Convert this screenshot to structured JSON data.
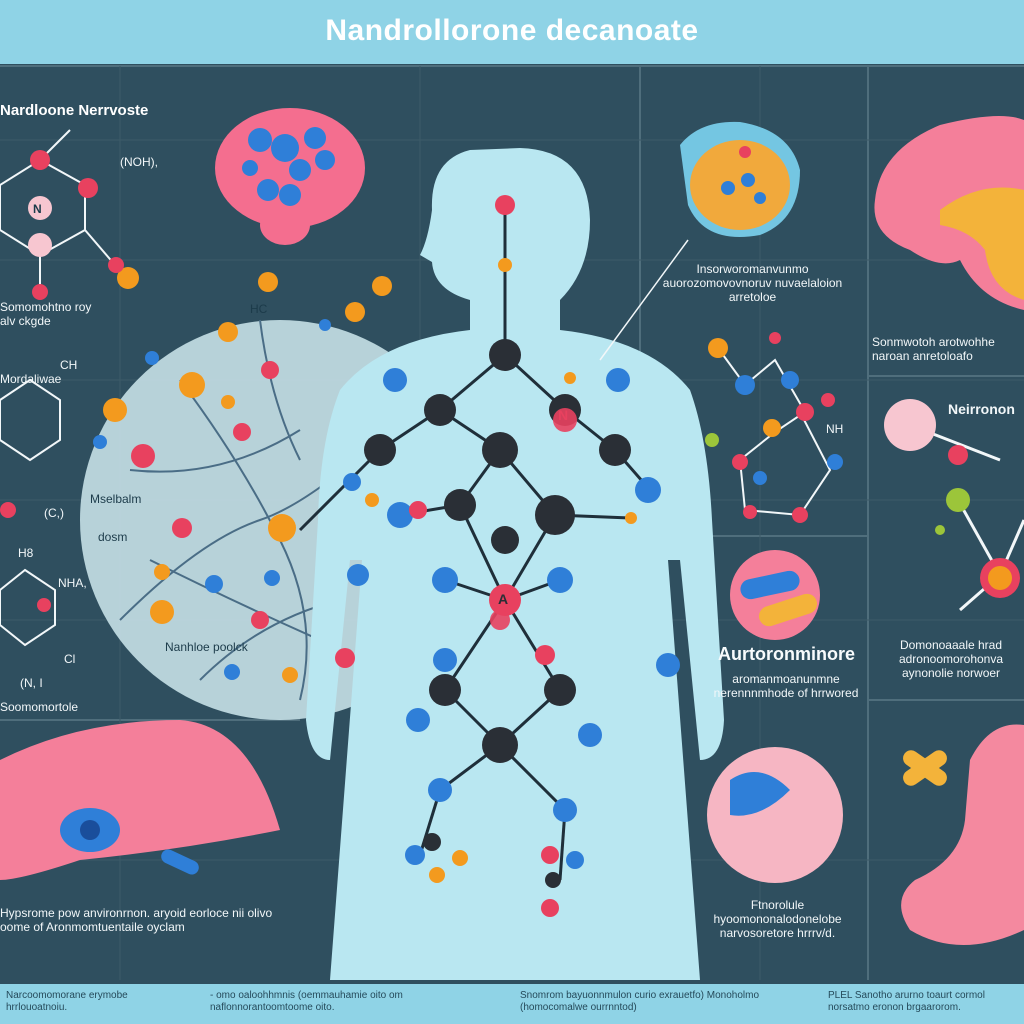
{
  "header": {
    "title": "Nandrollorone decanoate"
  },
  "left": {
    "heading": "Nardloone Nerrvoste",
    "formula_a": "(NOH),",
    "sub_a": "Somomohtno roy alv ckgde",
    "ch_label": "CH",
    "sub_b": "Mordaliwae",
    "c_label": "(C,)",
    "ha_label": "H8",
    "nh_a": "NHA,",
    "cl_label": "Cl",
    "nh_b": "(N, I",
    "sub_c": "Soomomortole"
  },
  "center": {
    "neuron_a": "Mselbalm",
    "neuron_b": "dosm",
    "neuron_c": "Nanhloe poolck",
    "node_n": "N",
    "node_a": "A",
    "hc_label": "HC"
  },
  "right": {
    "callout": "Insorworomanvunmo auorozomovovnoruv nuvaelaloion arretoloe",
    "brain_caption": "Sonmwotoh arotwohhe naroan anretoloafo",
    "neuron_title": "Neirronon",
    "nh_label": "NH",
    "auto_title": "Aurtoronminore",
    "auto_sub": "aromanmoanunmne nerennnmhode of hrrwored",
    "right_caption": "Domonoaaale hrad adronoomorohonva aynonolie norwoer",
    "cap_lower": "Ftnorolule hyoomononalodonelobe narvosoretore hrrrv/d."
  },
  "bottom_left": {
    "caption": "Hypsrome pow anvironrnon. aryoid eorloce nii olivo oome of Aronmomtuentaile oyclam"
  },
  "footer": {
    "col1": "Narcoomomorane erymobe hrrlouoatnoiu.",
    "col2": "- omo oaloohhmnis (oemmauhamie oito om naflonnorantoomtoome oito.",
    "col3": "Snomrom bayuonnmulon curio exrauetfo) Monoholmo (homocomalwe ourrnntod)",
    "col4": "PLEL Sanotho arurno toaurt cormol norsatmo eronon brgaarorom."
  }
}
